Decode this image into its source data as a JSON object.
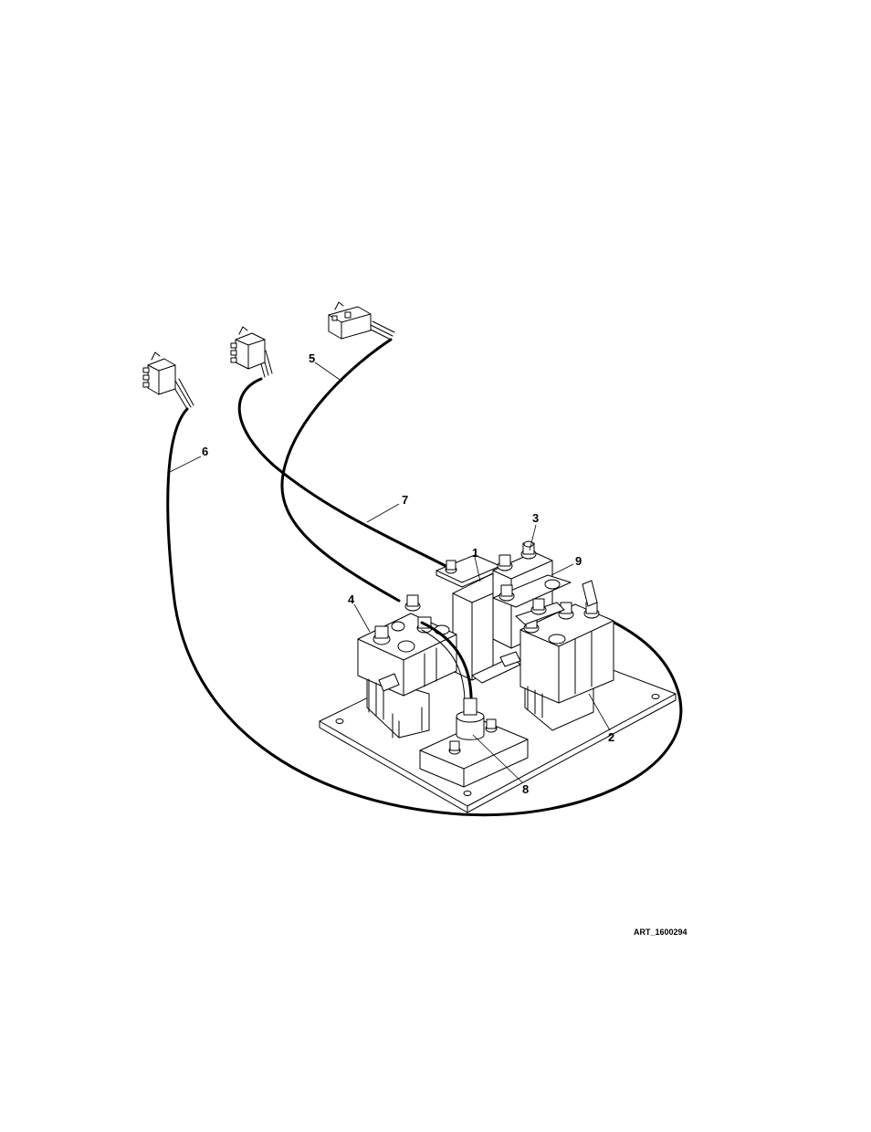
{
  "callouts": {
    "c1": "1",
    "c2": "2",
    "c3": "3",
    "c4": "4",
    "c5": "5",
    "c6": "6",
    "c7": "7",
    "c8": "8",
    "c9": "9"
  },
  "art_id": "ART_1600294"
}
